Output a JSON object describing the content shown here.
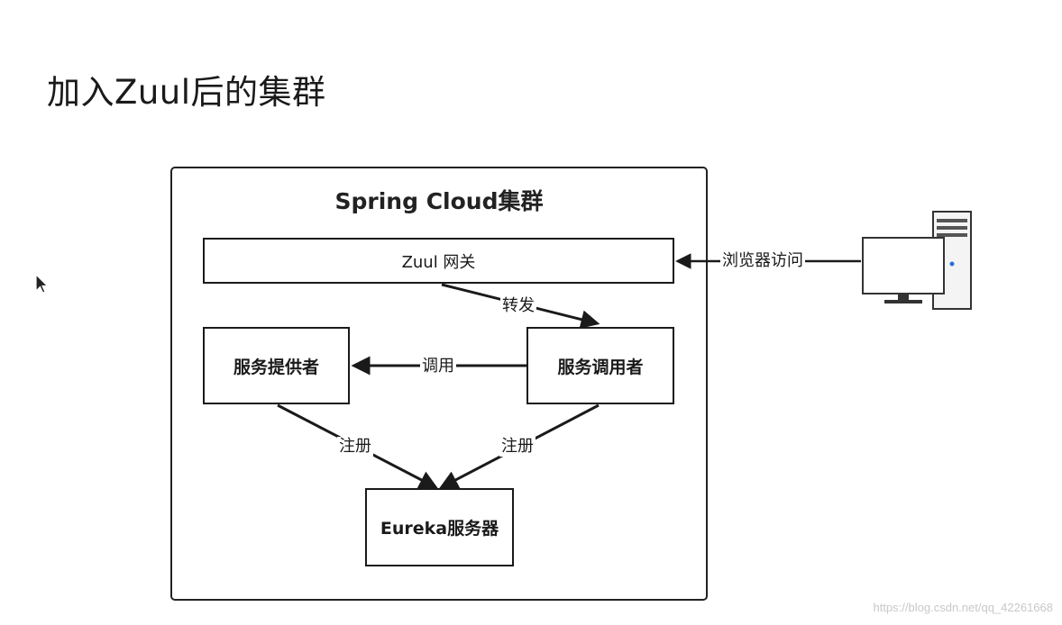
{
  "slide": {
    "title": "加入Zuul后的集群"
  },
  "diagram": {
    "cluster_title": "Spring Cloud集群",
    "nodes": {
      "zuul": "Zuul 网关",
      "provider": "服务提供者",
      "consumer": "服务调用者",
      "eureka": "Eureka服务器"
    },
    "edges": {
      "browser_access": "浏览器访问",
      "forward": "转发",
      "invoke": "调用",
      "register_provider": "注册",
      "register_consumer": "注册"
    },
    "client_icon": "desktop-computer-icon"
  },
  "watermark": "https://blog.csdn.net/qq_42261668",
  "colors": {
    "line": "#1a1a1a",
    "border": "#222222"
  }
}
